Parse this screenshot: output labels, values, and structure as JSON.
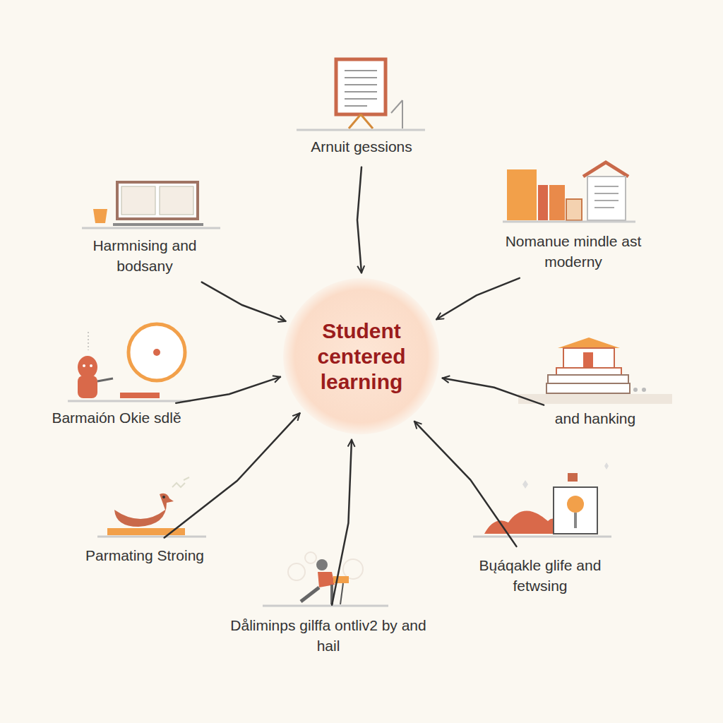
{
  "diagram": {
    "nodes": [
      {
        "text": [
          "Arnuit gessions"
        ]
      },
      {
        "text": [
          "Harmnising and bodsany"
        ]
      },
      {
        "text": [
          "Nomanue mindle ast moderny"
        ]
      },
      {
        "text": [
          "Student centered learning"
        ]
      },
      {
        "text": [
          "Barmaión Okie sdlě"
        ]
      },
      {
        "text": [
          "and hanking"
        ]
      },
      {
        "text": [
          "Parmating Stroing"
        ]
      },
      {
        "text": [
          "Bųáqakle glife and fetwsing"
        ]
      },
      {
        "text": [
          "Dåliminps gilffa ontliv2 by and hail"
        ]
      }
    ],
    "edges": [
      {
        "from": 0,
        "to": 3,
        "arrow": "to"
      },
      {
        "from": 1,
        "to": 3,
        "arrow": "to"
      },
      {
        "from": 2,
        "to": 3,
        "arrow": "to"
      },
      {
        "from": 4,
        "to": 3,
        "arrow": "to"
      },
      {
        "from": 5,
        "to": 3,
        "arrow": "to"
      },
      {
        "from": 6,
        "to": 3,
        "arrow": "to"
      },
      {
        "from": 7,
        "to": 3,
        "arrow": "to"
      },
      {
        "from": 8,
        "to": 3,
        "arrow": "to"
      }
    ]
  }
}
